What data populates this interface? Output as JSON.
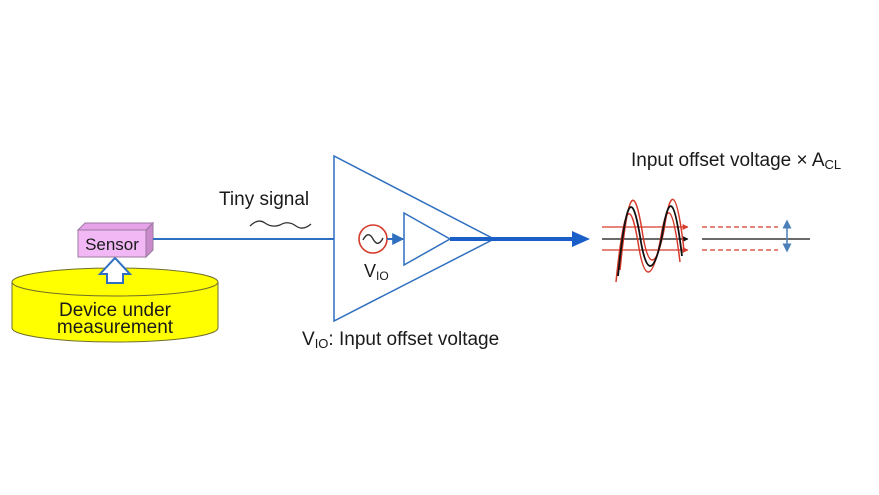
{
  "device": {
    "label_line1": "Device under",
    "label_line2": "measurement",
    "fill_color": "#ffff00"
  },
  "sensor": {
    "label": "Sensor",
    "fill_color": "#f2b8f5"
  },
  "signal": {
    "label": "Tiny signal"
  },
  "source": {
    "symbol_main": "V",
    "symbol_sub": "IO",
    "color": "#d63a2a"
  },
  "caption": {
    "symbol_main": "V",
    "symbol_sub": "IO",
    "text": ": Input offset voltage"
  },
  "output": {
    "label_main": "Input offset voltage × A",
    "label_sub": "CL"
  },
  "colors": {
    "wire": "#2f6fbf",
    "arrow": "#1a5fc8",
    "offset": "#d63a2a",
    "trace": "#111111"
  }
}
